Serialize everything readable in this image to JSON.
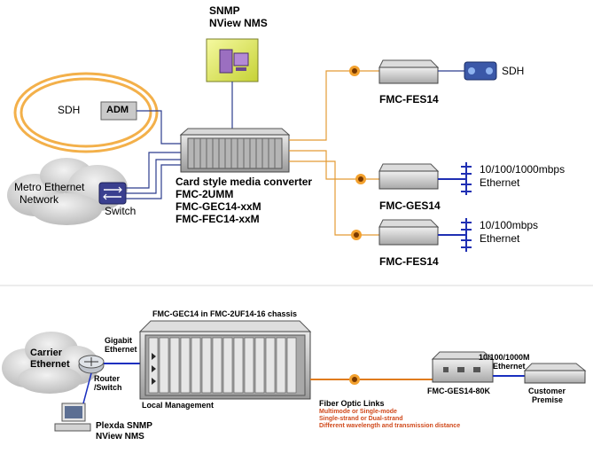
{
  "top": {
    "nms": {
      "line1": "SNMP",
      "line2": "NView NMS"
    },
    "sdh_ring": "SDH",
    "adm": "ADM",
    "metro": {
      "line1": "Metro Ethernet",
      "line2": "Network"
    },
    "switch": "Switch",
    "converter": {
      "line1": "Card style media converter",
      "line2": "FMC-2UMM",
      "line3": "FMC-GEC14-xxM",
      "line4": "FMC-FEC14-xxM"
    },
    "devices": [
      {
        "model": "FMC-FES14",
        "dest": "SDH"
      },
      {
        "model": "FMC-GES14",
        "dest_line1": "10/100/1000mbps",
        "dest_line2": "Ethernet"
      },
      {
        "model": "FMC-FES14",
        "dest_line1": "10/100mbps",
        "dest_line2": "Ethernet"
      }
    ],
    "colors": {
      "fiber": "#e49b35",
      "copper": "#2c3c8e",
      "sdh_ring": "#f2a93b",
      "bus": "#1f2fb3"
    }
  },
  "bottom": {
    "chassis_title": "FMC-GEC14 in FMC-2UF14-16 chassis",
    "carrier": {
      "line1": "Carrier",
      "line2": "Ethernet"
    },
    "gigabit": {
      "line1": "Gigabit",
      "line2": "Ethernet"
    },
    "router": {
      "line1": "Router",
      "line2": "/Switch"
    },
    "local_mgmt": "Local Management",
    "nms": {
      "line1": "Plexda SNMP",
      "line2": "NView NMS"
    },
    "fiber": {
      "title": "Fiber Optic Links",
      "line1": "Multimode or Single-mode",
      "line2": "Single-strand or Dual-strand",
      "line3": "Different wavelength and transmission distance"
    },
    "ethernet": {
      "line1": "10/100/1000M",
      "line2": "Ethernet"
    },
    "remote_model": "FMC-GES14-80K",
    "customer": {
      "line1": "Customer",
      "line2": "Premise"
    },
    "colors": {
      "fiber": "#e07b1c",
      "copper": "#1a2fbf"
    }
  }
}
